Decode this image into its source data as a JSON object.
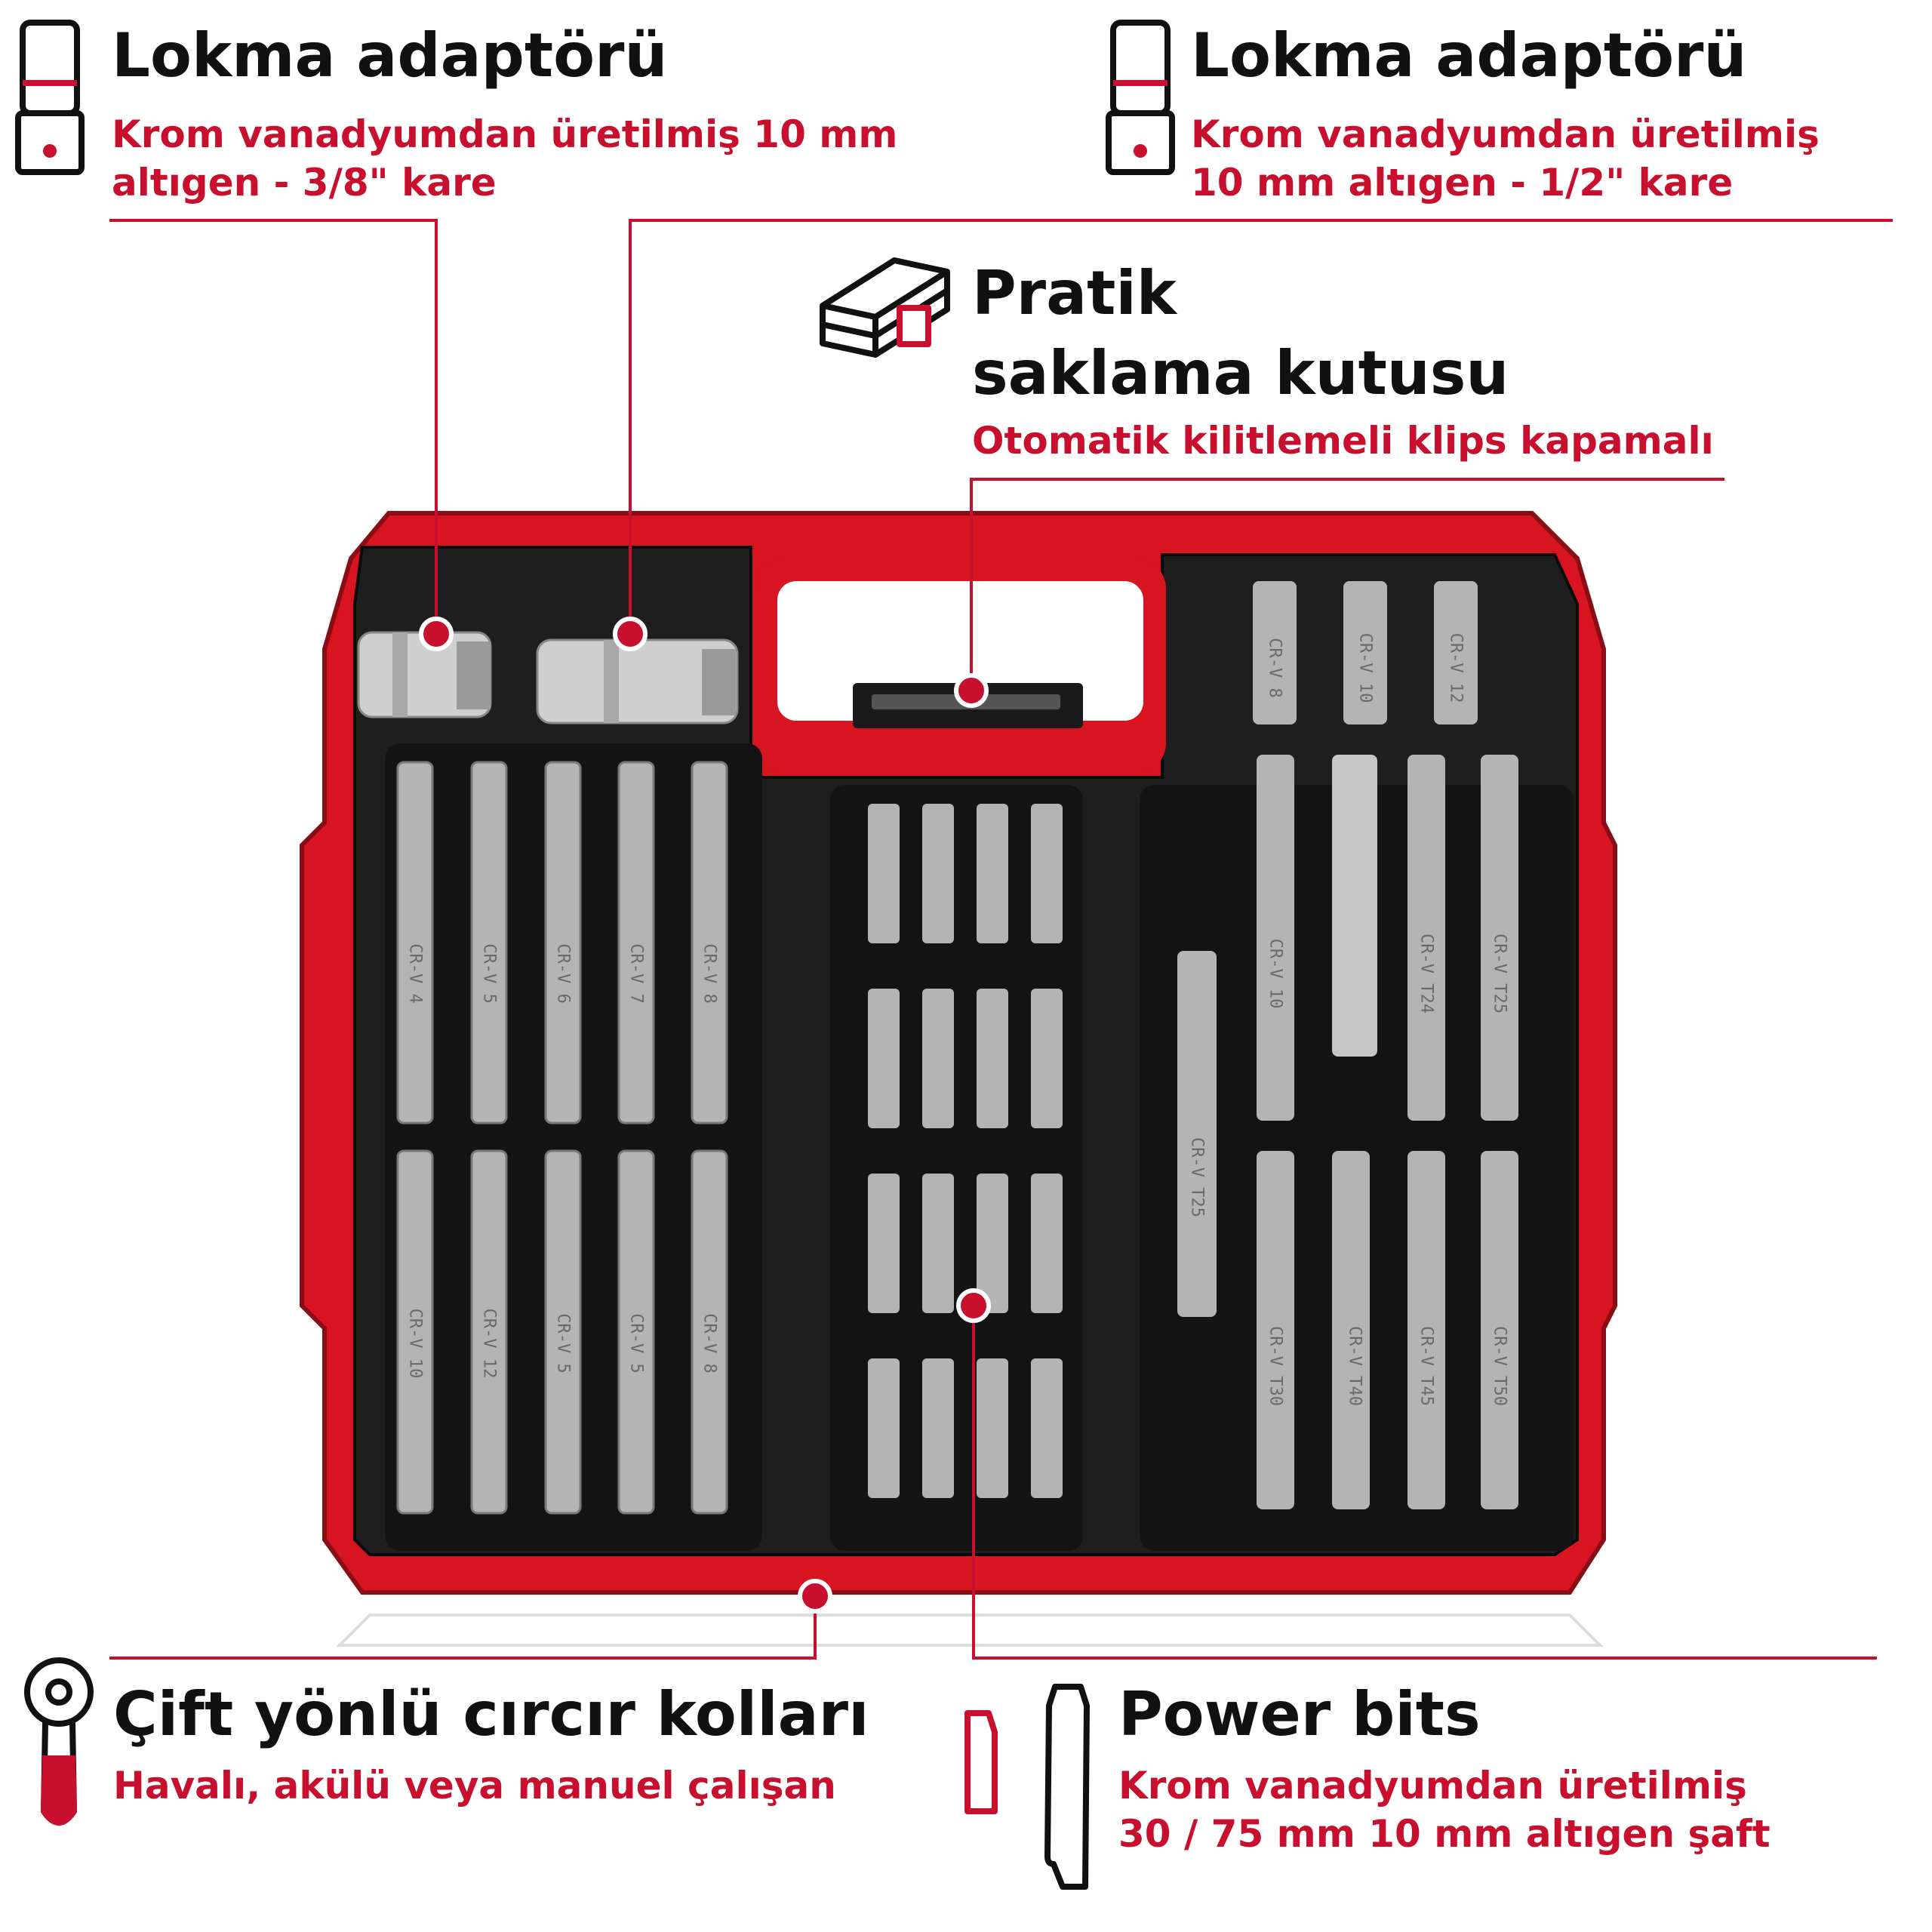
{
  "colors": {
    "accent": "#c8102e",
    "text": "#111111",
    "case": "#d7141f",
    "tray": "#1e1e1e",
    "bit": "#b4b4b4"
  },
  "callouts": [
    {
      "icon": "socket-adapter-icon",
      "title": "Lokma adaptörü",
      "lines": [
        "Krom vanadyumdan üretilmiş 10 mm",
        "altıgen - 3/8\" kare"
      ]
    },
    {
      "icon": "socket-adapter-icon",
      "title": "Lokma adaptörü",
      "lines": [
        "Krom vanadyumdan üretilmiş",
        "10 mm altıgen - 1/2\" kare"
      ]
    },
    {
      "icon": "storage-box-icon",
      "title_lines": [
        "Pratik",
        "saklama kutusu"
      ],
      "lines": [
        "Otomatik kilitlemeli klips kapamalı"
      ]
    },
    {
      "icon": "ratchet-icon",
      "title": "Çift yönlü cırcır kolları",
      "lines": [
        "Havalı, akülü veya manuel çalışan"
      ]
    },
    {
      "icon": "power-bit-icon",
      "title": "Power bits",
      "lines": [
        "Krom vanadyumdan üretilmiş",
        "30 / 75 mm 10 mm altıgen şaft"
      ]
    }
  ],
  "product": {
    "left_long_bits_top": [
      "CR-V 4",
      "CR-V 5",
      "CR-V 6",
      "CR-V 7",
      "CR-V 8"
    ],
    "left_long_bits_bottom": [
      "CR-V 10",
      "CR-V 12",
      "CR-V 5",
      "CR-V 5",
      "CR-V 8"
    ],
    "right_bits_top": [
      "CR-V 8",
      "CR-V 10",
      "CR-V 12"
    ],
    "right_bits_middle": [
      "CR-V 10",
      "",
      "CR-V T24",
      "CR-V T25"
    ],
    "right_bits_single": "CR-V T25",
    "right_bits_bottom": [
      "CR-V T30",
      "CR-V T40",
      "CR-V T45",
      "CR-V T50"
    ]
  }
}
